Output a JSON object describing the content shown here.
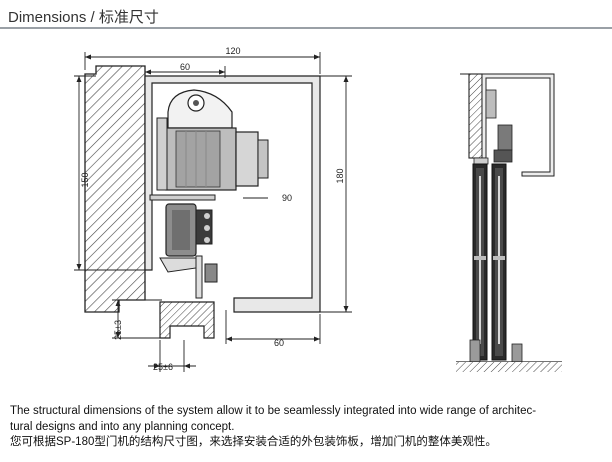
{
  "header": {
    "title": "Dimensions / 标准尺寸"
  },
  "drawing": {
    "dimensions": {
      "overall_width": "120",
      "rail_width": "60",
      "left_height": "150",
      "right_height": "180",
      "hanger_offset": "90",
      "bottom_width": "60",
      "guide_height": "25±3",
      "guide_width": "25±6"
    }
  },
  "caption": {
    "line_en_1": "The structural dimensions of the system allow it to be seamlessly integrated into wide range of architec-",
    "line_en_2": "tural designs and into any planning concept.",
    "line_cn": "您可根据SP-180型门机的结构尺寸图，来选择安装合适的外包装饰板，增加门机的整体美观性。"
  }
}
